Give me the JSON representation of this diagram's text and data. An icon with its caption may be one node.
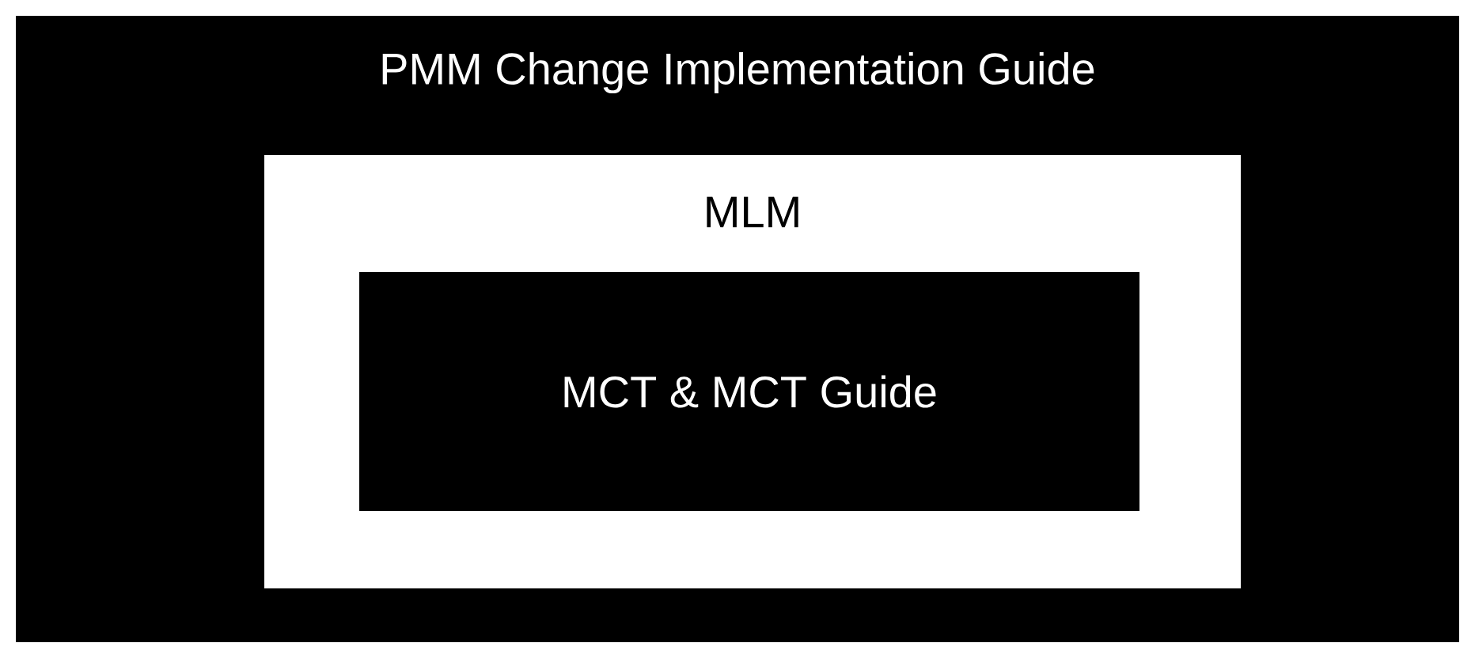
{
  "diagram": {
    "nodes": [
      {
        "text": [
          "PMM Change Implementation Guide"
        ]
      },
      {
        "text": [
          "MLM"
        ],
        "in": 0
      },
      {
        "text": [
          "MCT & MCT Guide"
        ],
        "in": 1
      }
    ]
  }
}
